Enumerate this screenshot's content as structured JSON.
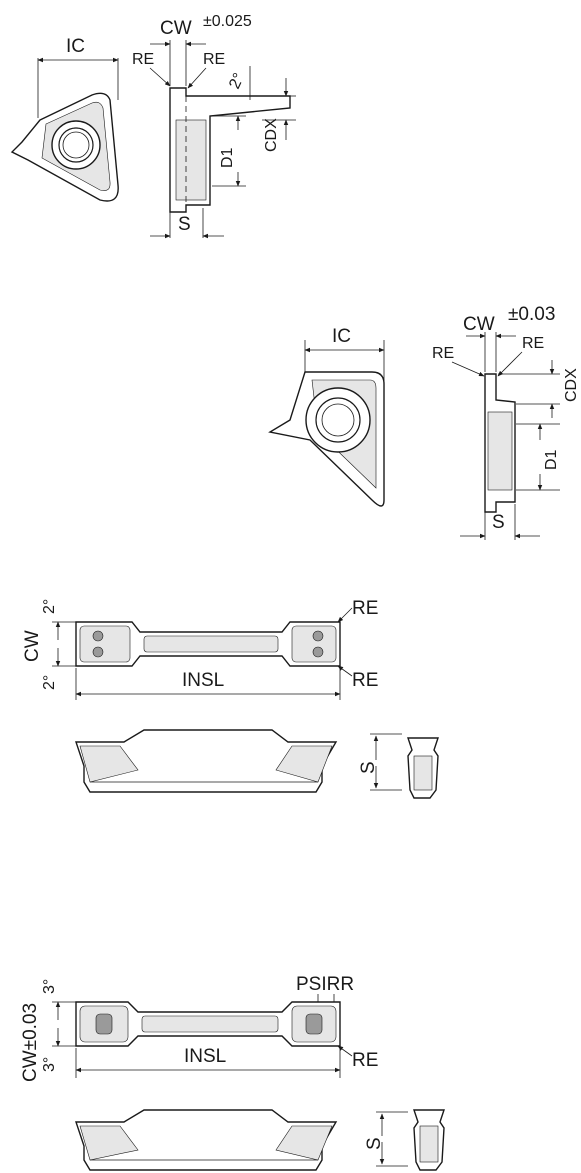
{
  "views": {
    "insert_a": {
      "ic": "IC",
      "cw": "CW",
      "cw_tol": "±0.025",
      "re_left": "RE",
      "re_right": "RE",
      "angle": "2°",
      "cdx": "CDX",
      "d1": "D1",
      "s": "S"
    },
    "insert_b": {
      "ic": "IC",
      "cw": "CW",
      "cw_tol": "±0.03",
      "re_left": "RE",
      "re_right": "RE",
      "cdx": "CDX",
      "d1": "D1",
      "s": "S"
    },
    "insert_c": {
      "cw": "CW",
      "angle_top": "2°",
      "angle_bottom": "2°",
      "re_top": "RE",
      "re_bottom": "RE",
      "insl": "INSL",
      "s": "S"
    },
    "insert_d": {
      "cw": "CW±0.03",
      "angle_top": "3°",
      "angle_bottom": "3°",
      "psirr": "PSIRR",
      "re": "RE",
      "insl": "INSL",
      "s": "S"
    }
  }
}
